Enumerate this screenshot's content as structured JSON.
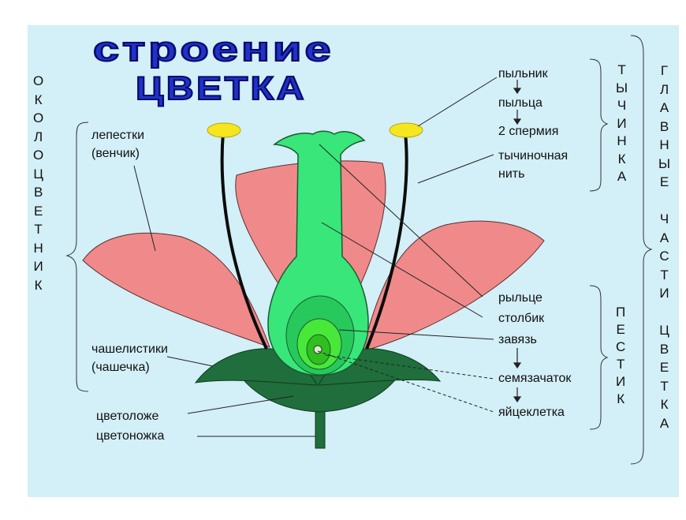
{
  "title": {
    "line1": "строение",
    "line2": "цветка"
  },
  "labels": {
    "petals": "лепестки",
    "corolla": "(венчик)",
    "sepals": "чашелистики",
    "calyx": "(чашечка)",
    "receptacle": "цветоложе",
    "pedicel": "цветоножка",
    "anther": "пыльник",
    "pollen": "пыльца",
    "sperm": "2 спермия",
    "filament1": "тычиночная",
    "filament2": "нить",
    "stigma": "рыльце",
    "style": "столбик",
    "ovary": "завязь",
    "ovule": "семязачаток",
    "egg": "яйцеклетка"
  },
  "vertical": {
    "perianth": [
      "О",
      "К",
      "О",
      "Л",
      "О",
      "Ц",
      "В",
      "Е",
      "Т",
      "Н",
      "И",
      "К"
    ],
    "stamen": [
      "Т",
      "Ы",
      "Ч",
      "И",
      "Н",
      "К",
      "А"
    ],
    "pistil": [
      "П",
      "Е",
      "С",
      "Т",
      "И",
      "К"
    ],
    "main_parts": [
      "Г",
      "Л",
      "А",
      "В",
      "Н",
      "Ы",
      "Е",
      "",
      "Ч",
      "А",
      "С",
      "Т",
      "И",
      "",
      "Ц",
      "В",
      "Е",
      "Т",
      "К",
      "А"
    ]
  },
  "colors": {
    "background": "#d3eff7",
    "petal": "#f08a8a",
    "sepal": "#1f6e3b",
    "pistil": "#38e67a",
    "ovary_inner": "#23c63d",
    "anther": "#f6e61f",
    "title": "#1d33c9"
  }
}
